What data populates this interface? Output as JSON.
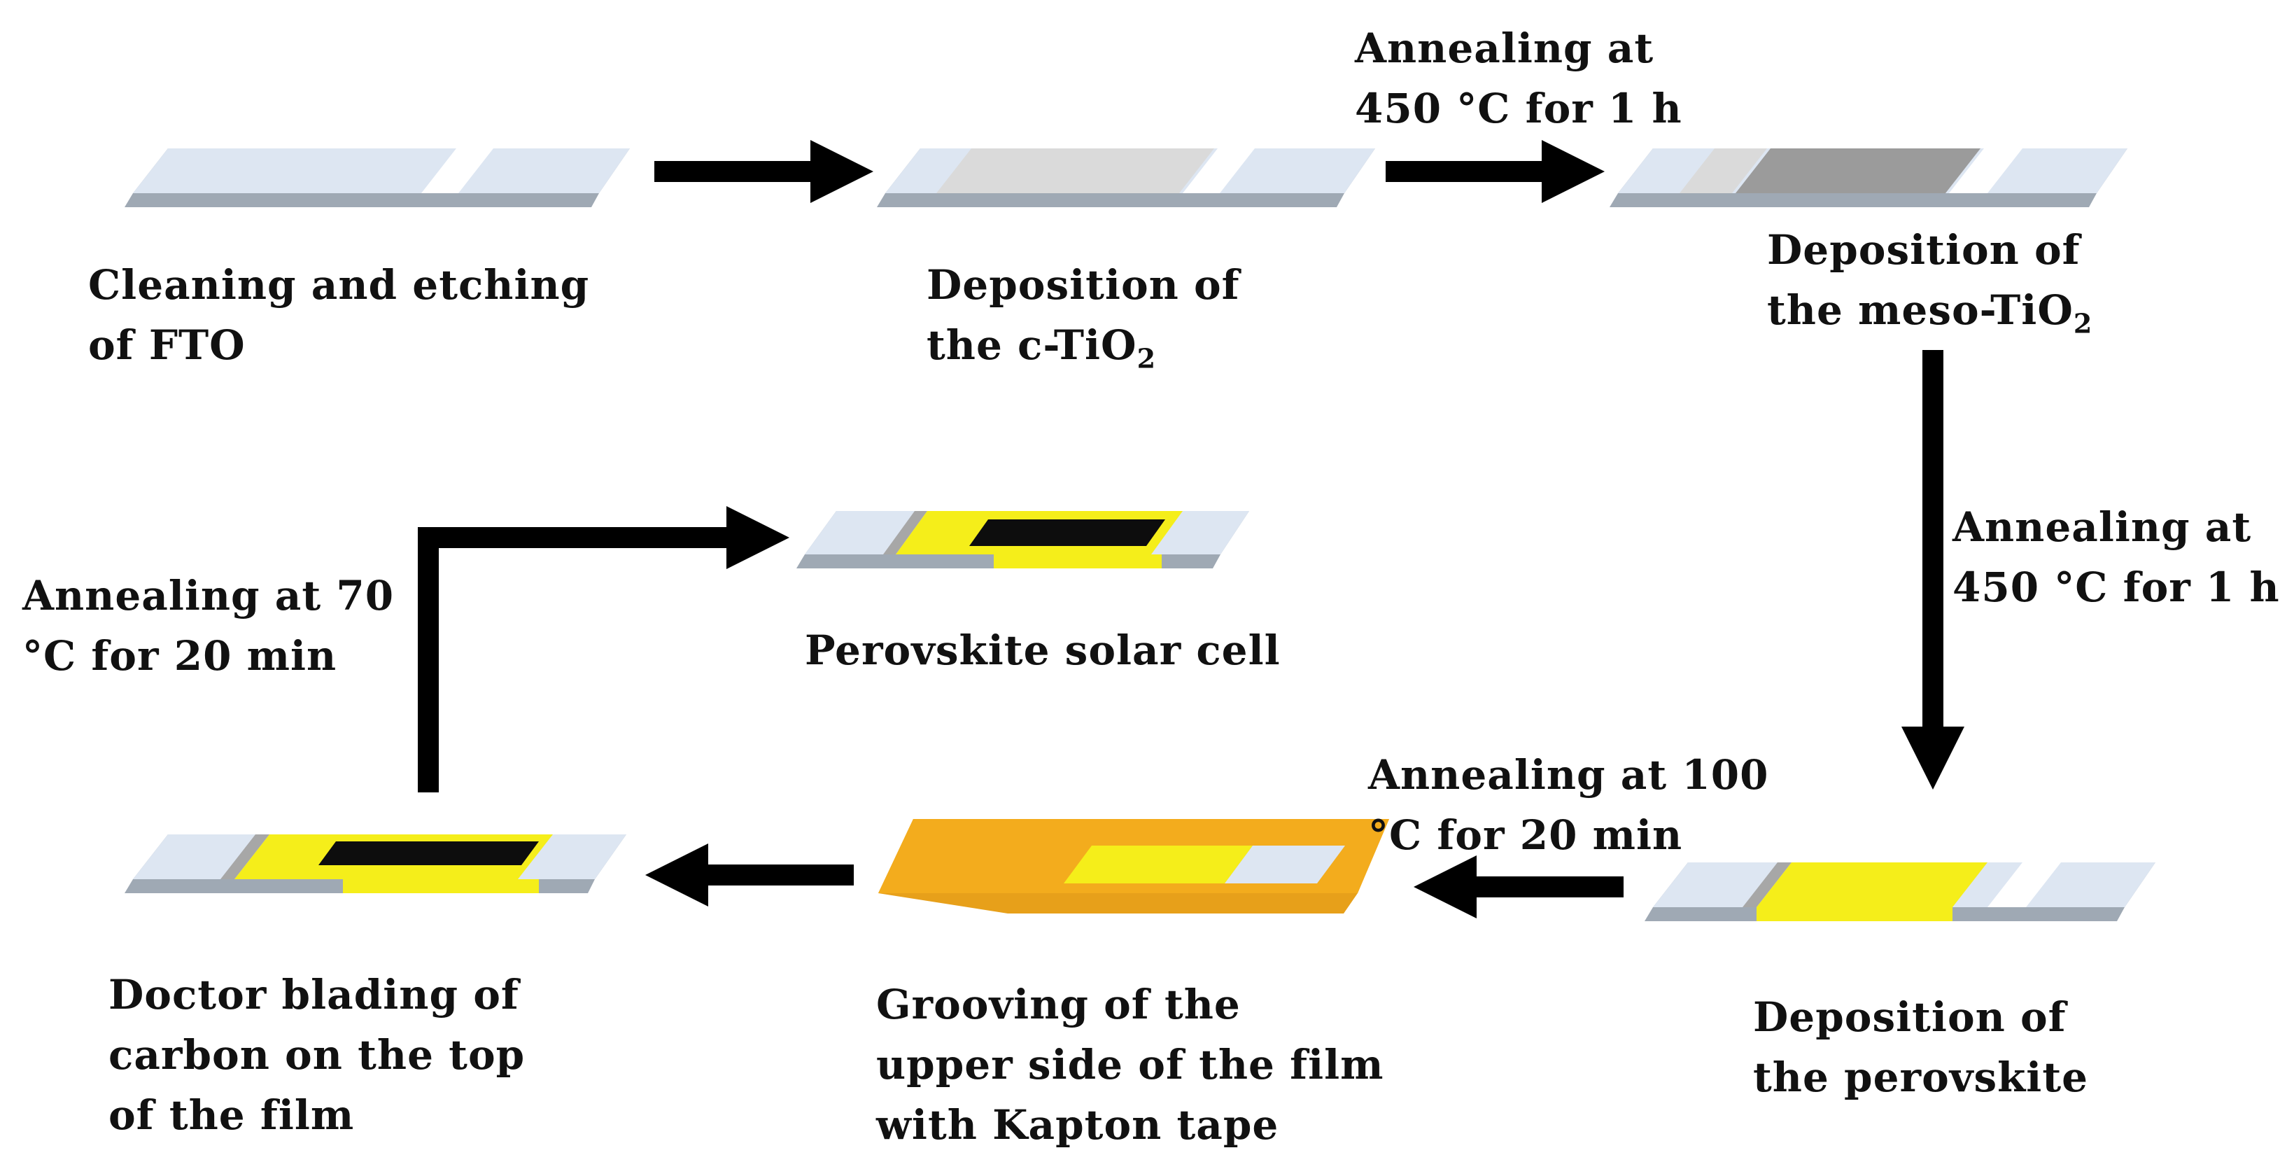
{
  "steps": {
    "fto": {
      "line1": "Cleaning and  etching",
      "line2": "of FTO"
    },
    "ctio2": {
      "line1": "Deposition  of",
      "line2_main": "the c-TiO",
      "line2_sub": "2"
    },
    "mesotio2": {
      "line1": "Deposition  of",
      "line2_main": "the meso-TiO",
      "line2_sub": "2"
    },
    "perovskite": {
      "line1": "Deposition  of",
      "line2": "the  perovskite"
    },
    "grooving": {
      "line1": "Grooving of the",
      "line2": "upper side of the film",
      "line3": "with Kapton tape"
    },
    "carbon": {
      "line1": "Doctor blading of",
      "line2": "carbon on the top",
      "line3": "of the film"
    },
    "cell": {
      "line1": "Perovskite solar cell"
    }
  },
  "annealing": {
    "a1": {
      "line1": "Annealing  at",
      "line2": "450 °C for 1 h"
    },
    "a2": {
      "line1": "Annealing  at",
      "line2": "450 °C for 1 h"
    },
    "a3": {
      "line1": "Annealing  at 100",
      "line2": "°C for 20 min"
    },
    "a4": {
      "line1": "Annealing   at 70",
      "line2": "°C for 20 min"
    }
  },
  "colors": {
    "glass": "#dde6f2",
    "glass_edge": "#9fa9b4",
    "white_stripe": "#ffffff",
    "c_tio2": "#dadada",
    "meso_tio2": "#9b9b9b",
    "perovskite": "#f5ee1a",
    "kapton": "#f3ac1d",
    "carbon": "#0d0d0d",
    "arrow": "#000000"
  }
}
